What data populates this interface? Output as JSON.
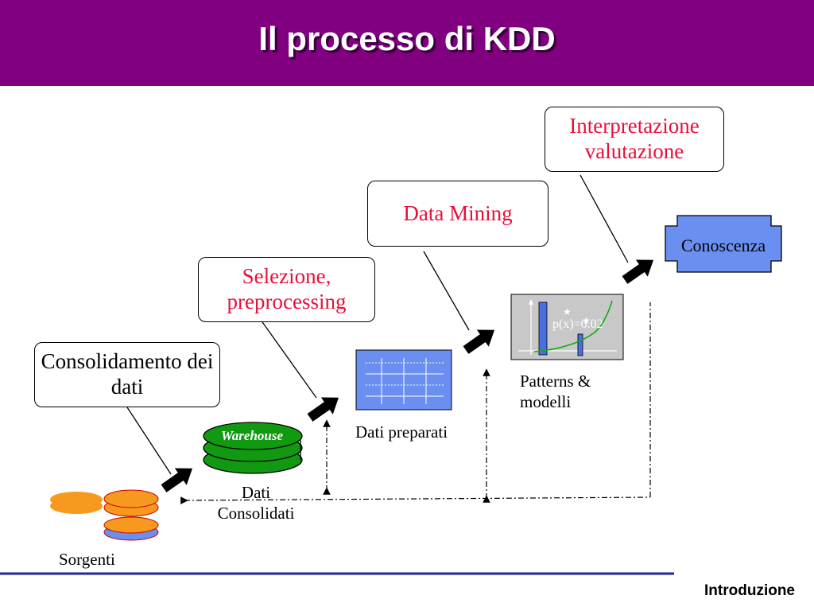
{
  "header": {
    "title": "Il processo di KDD"
  },
  "steps": {
    "consolidamento": "Consolidamento dei dati",
    "selezione": "Selezione, preprocessing",
    "data_mining": "Data Mining",
    "interpretazione": "Interpretazione valutazione"
  },
  "artifacts": {
    "conoscenza": "Conoscenza",
    "warehouse": "Warehouse",
    "chart_text": "p(x)=0.02"
  },
  "labels": {
    "sorgenti": "Sorgenti",
    "dati_consolidati": "Dati Consolidati",
    "dati_preparati": "Dati preparati",
    "patterns": "Patterns & modelli"
  },
  "footer": {
    "section": "Introduzione"
  },
  "colors": {
    "header_bg": "#800080",
    "step_text": "#e8103a",
    "conoscenza_fill": "#6a8ff0",
    "warehouse_fill": "#119a11",
    "source_orange": "#f7991f",
    "source_blue": "#6a8ff0",
    "footer_line": "#1a2a9a"
  }
}
